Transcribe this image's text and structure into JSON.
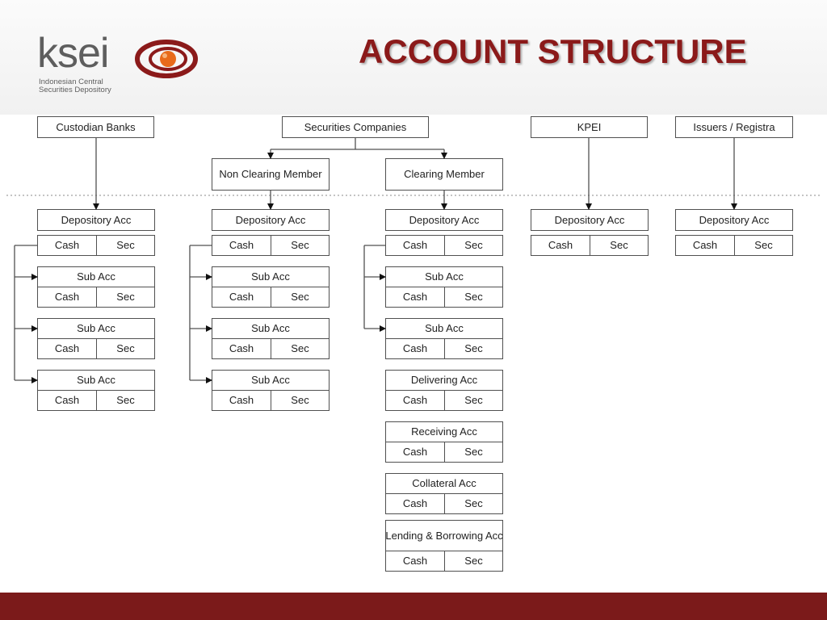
{
  "slide": {
    "title": "ACCOUNT STRUCTURE"
  },
  "logo": {
    "name": "ksei",
    "subtitle_line1": "Indonesian Central",
    "subtitle_line2": "Securities Depository"
  },
  "colors": {
    "accent": "#8b1a1a",
    "footer": "#7b1a1a",
    "line": "#505050"
  },
  "top_nodes": {
    "custodian_banks": "Custodian Banks",
    "securities_companies": "Securities Companies",
    "kpei": "KPEI",
    "issuers": "Issuers / Registra",
    "non_clearing": "Non Clearing Member",
    "clearing": "Clearing Member"
  },
  "accounts": {
    "depository": "Depository Acc",
    "sub": "Sub Acc",
    "delivering": "Delivering Acc",
    "receiving": "Receiving Acc",
    "collateral": "Collateral Acc",
    "lending": "Lending & Borrowing Acc",
    "cash": "Cash",
    "sec": "Sec"
  }
}
